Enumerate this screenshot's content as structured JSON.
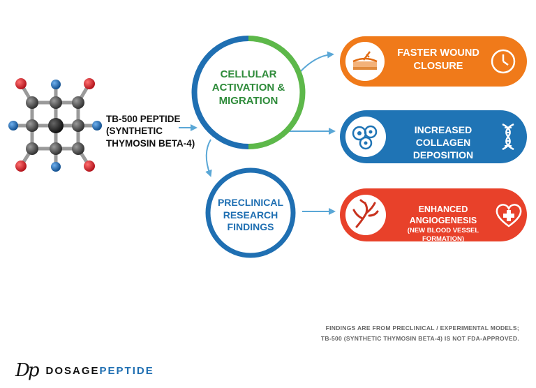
{
  "peptide": {
    "line1": "TB-500 PEPTIDE",
    "line2": "(SYNTHETIC",
    "line3": "THYMOSIN BETA-4)"
  },
  "activation": {
    "line1": "CELLULAR",
    "line2": "ACTIVATION &",
    "line3": "MIGRATION"
  },
  "research": {
    "line1": "PRECLINICAL",
    "line2": "RESEARCH",
    "line3": "FINDINGS"
  },
  "outcomes": [
    {
      "line1": "FASTER WOUND",
      "line2": "CLOSURE",
      "color": "#F07A1A",
      "icon": "clock-icon",
      "left_icon": "skin-wound-icon"
    },
    {
      "line1": "INCREASED COLLAGEN",
      "line2": "DEPOSITION",
      "color": "#1F74B5",
      "icon": "dna-icon",
      "left_icon": "cells-icon"
    },
    {
      "line1": "ENHANCED ANGIOGENESIS",
      "line2": "(NEW BLOOD VESSEL FORMATION)",
      "color": "#E8412A",
      "icon": "heart-plus-icon",
      "left_icon": "blood-vessel-icon"
    }
  ],
  "disclaimer": {
    "line1": "FINDINGS ARE FROM PRECLINICAL / EXPERIMENTAL MODELS;",
    "line2": "TB-500 (SYNTHETIC THYMOSIN BETA-4) IS NOT FDA-APPROVED."
  },
  "brand": {
    "logo": "Dp",
    "name_part1": "DOSAGE",
    "name_part2": "PEPTIDE"
  },
  "colors": {
    "blue": "#1F6FB2",
    "green": "#5DB84A",
    "arrow": "#5AA7D6",
    "orange": "#F07A1A",
    "red": "#E8412A",
    "atom_gray": "#4A4A4A",
    "atom_red": "#D9272E",
    "atom_blue": "#1E6FB8"
  }
}
